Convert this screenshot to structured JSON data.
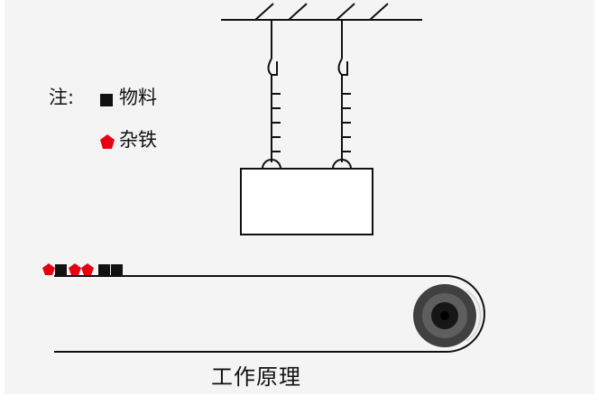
{
  "legend": {
    "note_label": "注:",
    "material_label": "物料",
    "iron_label": "杂铁"
  },
  "caption": "工作原理",
  "colors": {
    "material": "#111111",
    "iron": "#e60012",
    "background": "#f4f4f4",
    "line": "#111111"
  },
  "belt_items": [
    "iron",
    "material",
    "iron",
    "iron",
    "material",
    "material"
  ]
}
